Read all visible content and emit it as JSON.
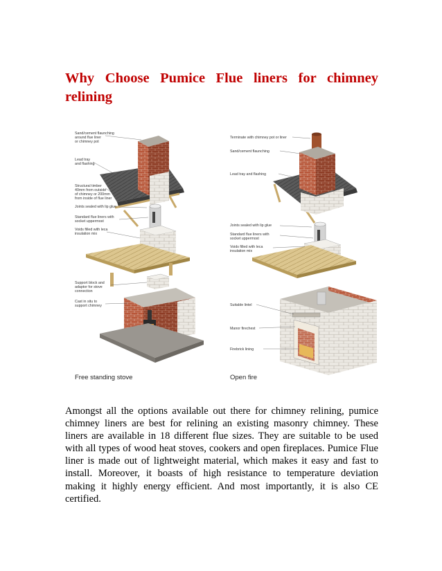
{
  "heading": "Why Choose Pumice Flue liners for chimney relining",
  "figure": {
    "left_labels": [
      "Sand/cement flaunching",
      "around flue liner",
      "or chimney pot",
      "Lead tray",
      "and flashing",
      "Structural timber",
      "40mm from outside",
      "of chimney or 200mm",
      "from inside of flue liner",
      "Joints sealed with lip glue",
      "Standard flue liners with",
      "socket uppermost",
      "Voids filled with leca",
      "insulation mix",
      "Support block and",
      "adaptor for stove",
      "connection",
      "Cast in situ to",
      "support chimney"
    ],
    "right_labels": [
      "Terminate with chimney pot or liner",
      "Sand/cement flaunching",
      "Lead tray and flashing",
      "Joints sealed with lip glue",
      "Standard flue liners with",
      "socket uppermost",
      "Voids filled with leca",
      "insulation mix",
      "Suitable lintel",
      "Manor firechest",
      "Firebrick lining"
    ],
    "caption_left": "Free standing stove",
    "caption_right": "Open fire",
    "colors": {
      "brick": "#b8573a",
      "brick_dark": "#8e3d26",
      "block": "#e6e3dd",
      "roof": "#595959",
      "timber": "#d9c28a",
      "liner": "#d4d4d4",
      "pot": "#a0522d"
    }
  },
  "paragraph": "Amongst all the options available out there for chimney relining, pumice chimney liners are best for relining an existing masonry chimney. These liners are available in 18 different flue sizes. They are suitable to be used with all types of wood heat stoves, cookers and open fireplaces. Pumice Flue liner is made out of lightweight material, which makes it easy and fast to install. Moreover, it boasts of high resistance to temperature deviation making it highly energy efficient. And most importantly, it is also CE certified."
}
